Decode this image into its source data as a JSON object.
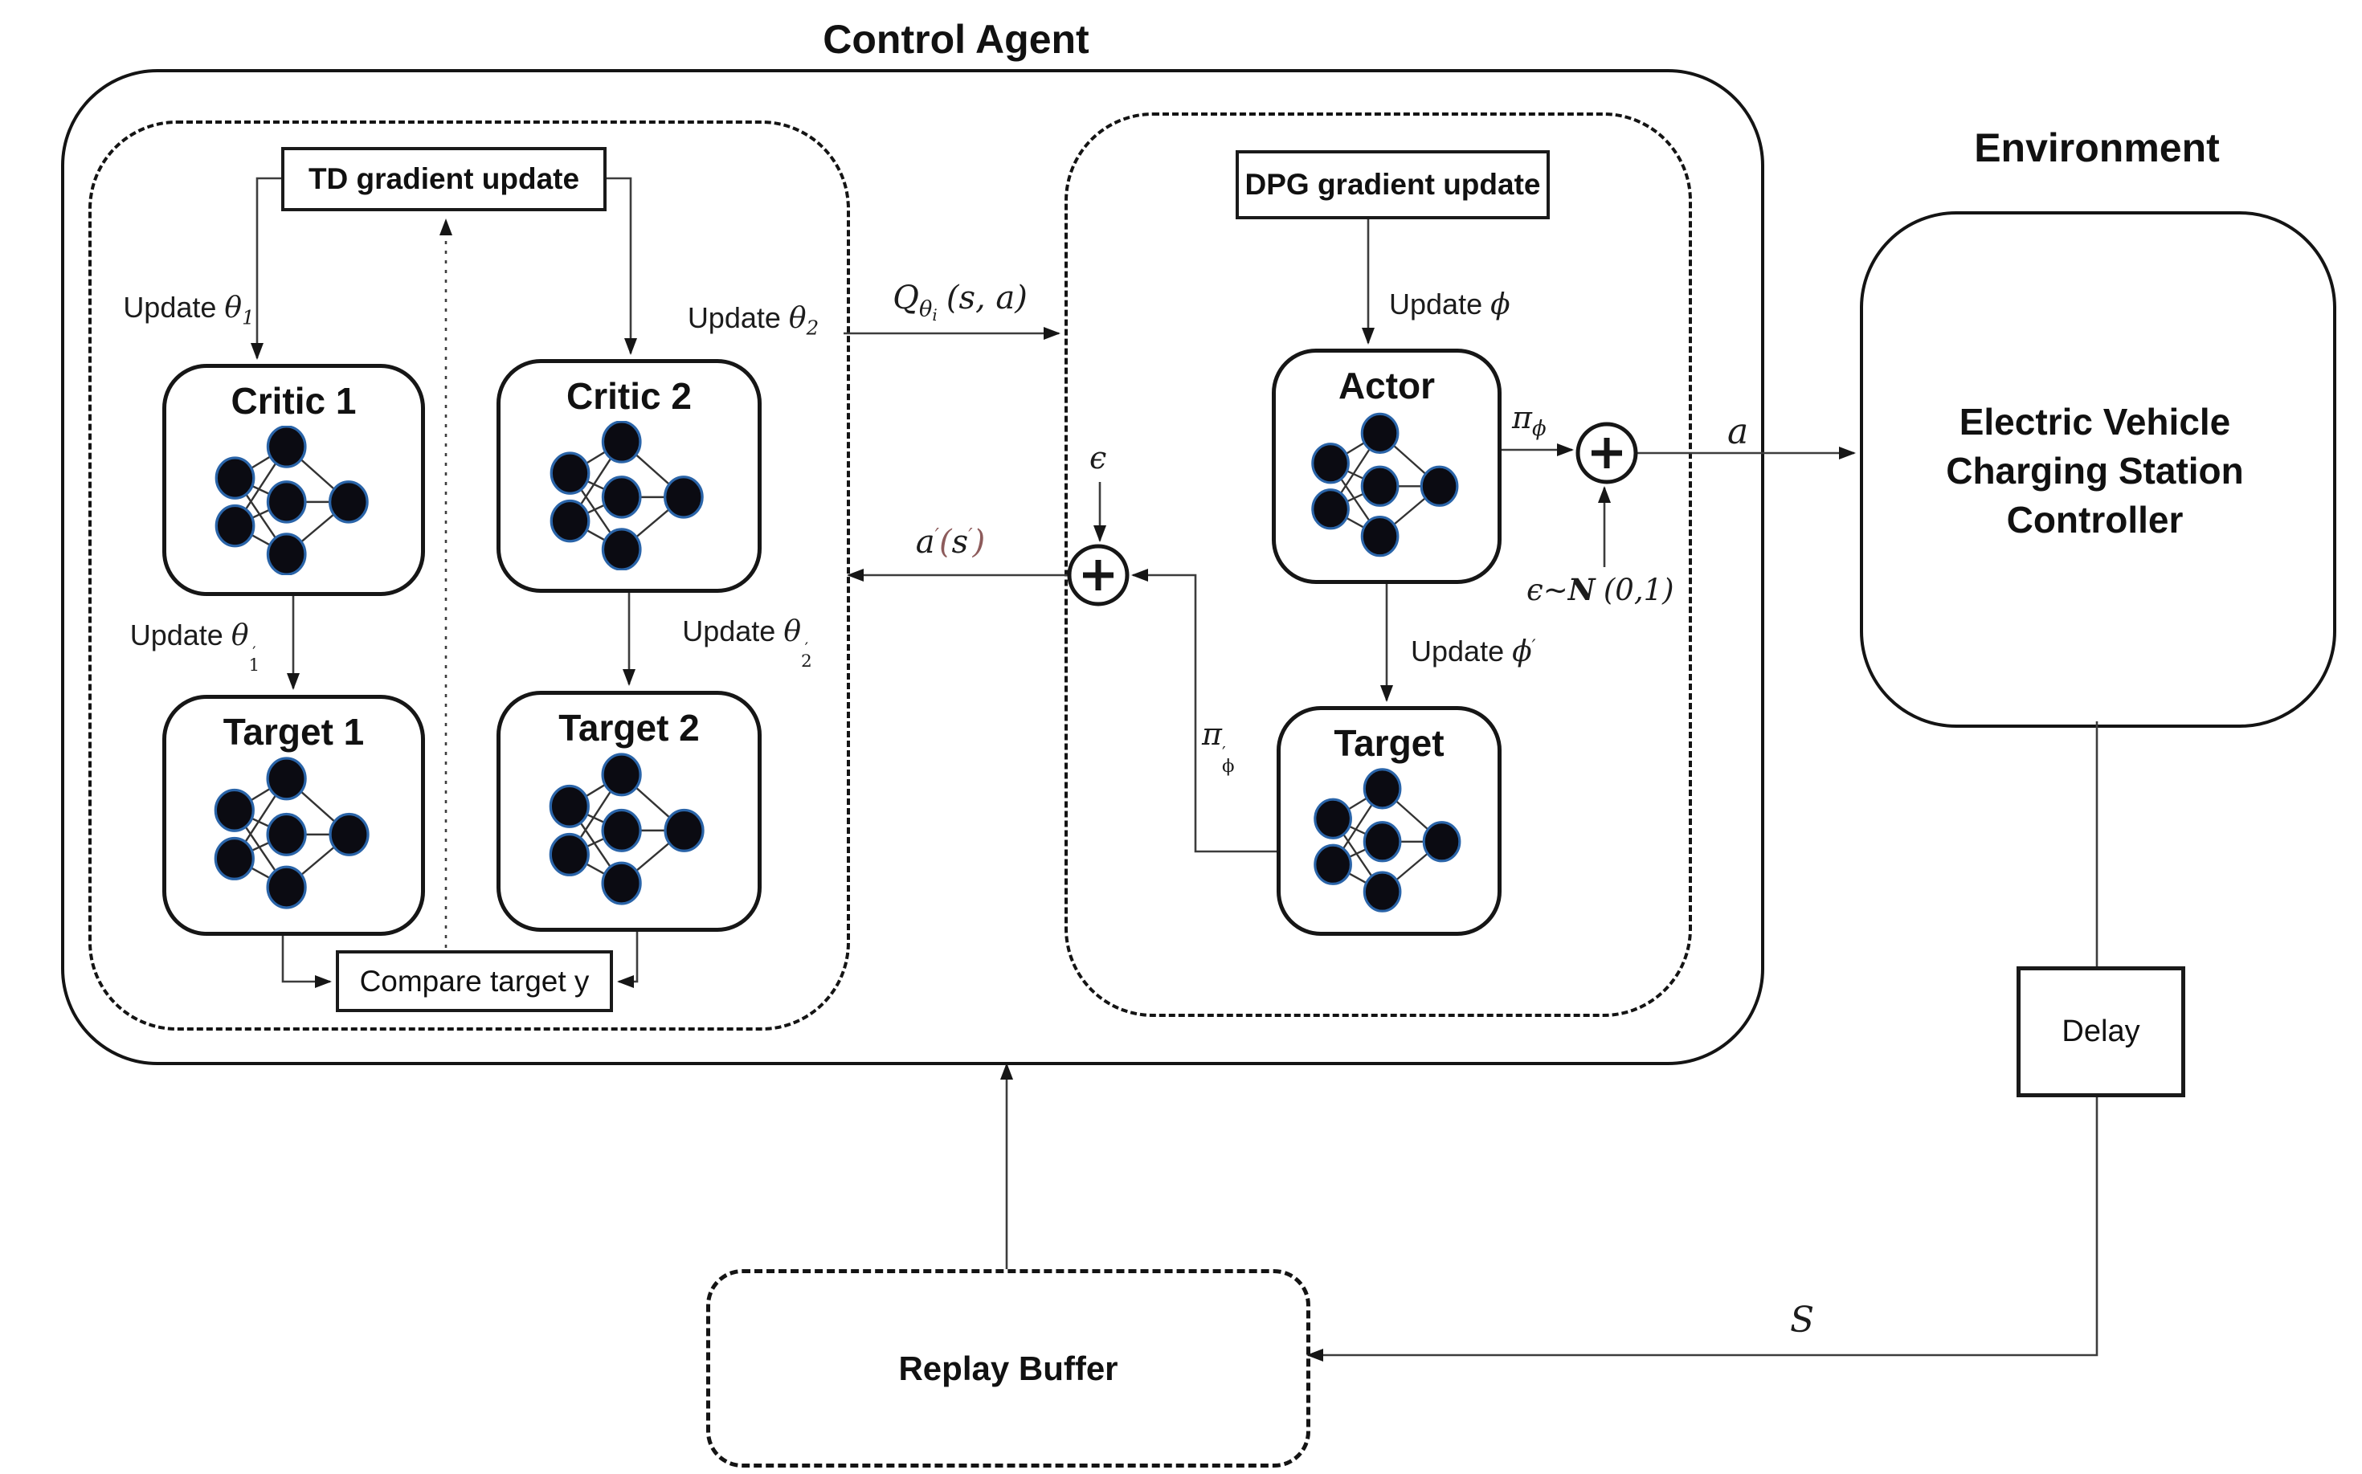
{
  "title": "Control Agent",
  "environment": {
    "title": "Environment",
    "controller": "Electric Vehicle Charging Station Controller",
    "delay": "Delay"
  },
  "replay_buffer": "Replay Buffer",
  "boxes": {
    "td": "TD gradient update",
    "dpg": "DPG gradient update",
    "critic1": "Critic 1",
    "critic2": "Critic 2",
    "target1": "Target 1",
    "target2": "Target 2",
    "actor": "Actor",
    "actor_target": "Target",
    "compare": "Compare target y"
  },
  "labels": {
    "update_theta1": {
      "word": "Update",
      "sym": "θ",
      "sub": "1"
    },
    "update_theta2": {
      "word": "Update",
      "sym": "θ",
      "sub": "2"
    },
    "update_theta1_prime": {
      "word": "Update",
      "sym": "θ",
      "sub": "1",
      "prime": "′"
    },
    "update_theta2_prime": {
      "word": "Update",
      "sym": "θ",
      "sub": "2",
      "prime": "′"
    },
    "q_value": {
      "sym": "Q",
      "sub": "θ",
      "subsub": "i",
      "args": "(s, a)"
    },
    "update_phi": {
      "word": "Update",
      "sym": "ϕ"
    },
    "update_phi_prime": {
      "word": "Update",
      "sym": "ϕ",
      "prime": "′"
    },
    "pi_phi": {
      "sym": "π",
      "sub": "ϕ"
    },
    "pi_phi_prime": {
      "sym": "π",
      "sub": "ϕ",
      "prime": "′"
    },
    "epsilon": "ϵ",
    "noise": {
      "eps": "ϵ",
      "tilde": "∼",
      "dist": "N",
      "args": "(0,1)"
    },
    "action": "a",
    "next_action": {
      "a": "a",
      "prime1": "′",
      "open": "(",
      "s": "s",
      "prime2": "′",
      "close": ")"
    },
    "state": "S"
  },
  "colors": {
    "ink": "#141414",
    "line": "#3d3d3d",
    "node_fill": "#0b0b12",
    "node_stroke": "#2a64a8",
    "prime_accent": "#8d5b5b"
  }
}
